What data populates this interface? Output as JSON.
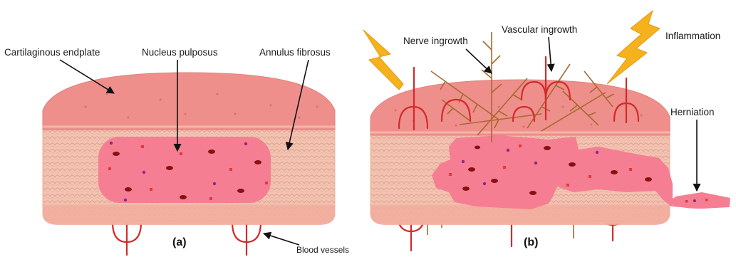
{
  "labels": {
    "cartilaginous_endplate": "Cartilaginous endplate",
    "nucleus_pulposus": "Nucleus pulposus",
    "annulus_fibrosus": "Annulus fibrosus",
    "blood_vessels": "Blood vessels",
    "panel_a": "(a)",
    "nerve_ingrowth": "Nerve ingrowth",
    "vascular_ingrowth": "Vascular ingrowth",
    "inflammation": "Inflammation",
    "herniation": "Herniation",
    "panel_b": "(b)"
  },
  "colors": {
    "endplate": "#ef8f8c",
    "annulus": "#f4c2b0",
    "annulus_lines": "#d9a492",
    "nucleus": "#f57e93",
    "vessel": "#d42a2a",
    "nerve": "#a8692e",
    "lightning": "#f5b21c",
    "dot_purple": "#8a2a8a",
    "dot_dark": "#8b0f12",
    "dot_red": "#e23a3a"
  }
}
